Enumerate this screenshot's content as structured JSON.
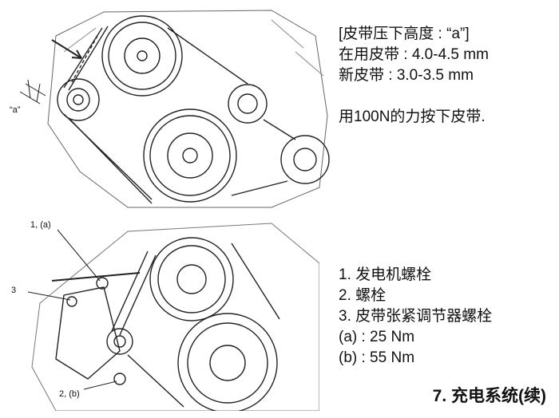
{
  "figure1": {
    "callout_a": "“a”"
  },
  "spec": {
    "title": "[皮带压下高度 : “a”]",
    "used_belt": "在用皮带 : 4.0-4.5 mm",
    "new_belt": "新皮带 : 3.0-3.5 mm",
    "instruction": "用100N的力按下皮带."
  },
  "figure2": {
    "callouts": [
      "1, (a)",
      "3",
      "2, (b)"
    ]
  },
  "legend": {
    "items": [
      "1. 发电机螺栓",
      "2. 螺栓",
      "3. 皮带张紧调节器螺栓"
    ],
    "torques": [
      "(a) : 25 Nm",
      "(b) : 55 Nm"
    ]
  },
  "section": {
    "title": "7. 充电系统(续)"
  }
}
